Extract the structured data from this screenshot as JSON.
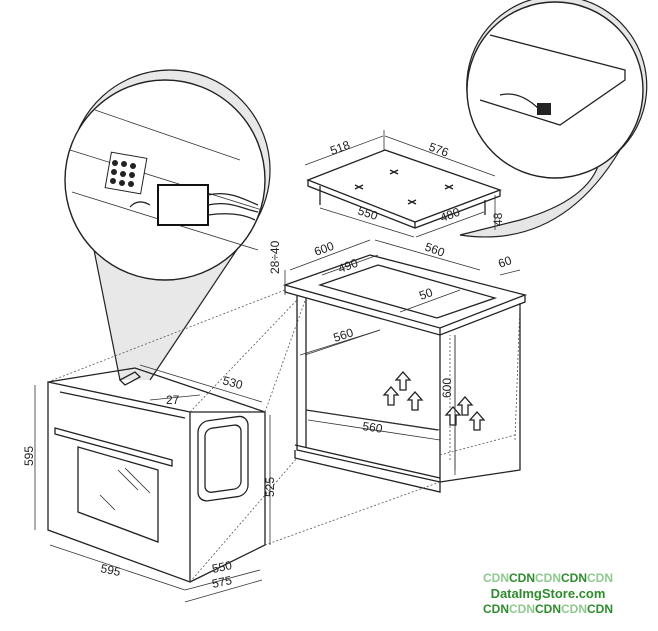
{
  "colors": {
    "line": "#222222",
    "circle_fill": "#e6e6e6",
    "watermark_dark": "#2e8b2e",
    "watermark_light": "#8fc98f"
  },
  "hob_dims": {
    "depth": "518",
    "width": "576",
    "cutout_depth": "550",
    "cutout_width": "480",
    "height": "48"
  },
  "cabinet_dims": {
    "top_thickness": "28÷40",
    "depth": "600",
    "width": "560",
    "cutout_depth": "490",
    "rear_gap": "60",
    "front_gap": "50",
    "inner_depth": "560",
    "inner_height": "600",
    "inner_width": "560"
  },
  "oven_dims": {
    "depth": "530",
    "offset": "27",
    "height": "595",
    "body_height": "525",
    "width": "595",
    "body_width": "550",
    "total_width": "575"
  },
  "watermark": {
    "line1": [
      "CDN",
      "CDN",
      "CDN",
      "CDN",
      "CDN"
    ],
    "line2": "DataImgStore.com",
    "line3": [
      "CDN",
      "CDN",
      "CDN",
      "CDN",
      "CDN"
    ]
  }
}
